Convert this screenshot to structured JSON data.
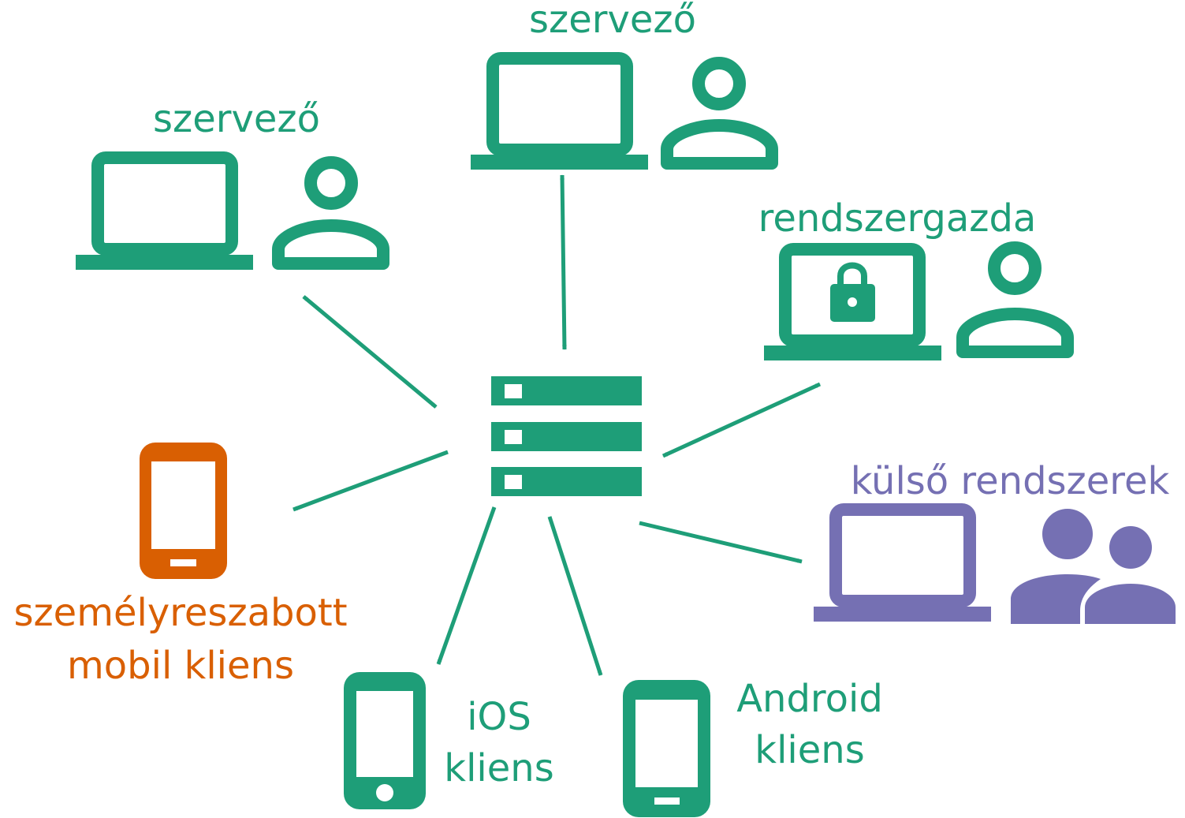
{
  "colors": {
    "green": "#1e9e78",
    "orange": "#d95f02",
    "purple": "#7570b3",
    "white": "#ffffff"
  },
  "labels": {
    "organizer_left": "szervező",
    "organizer_top": "szervező",
    "admin": "rendszergazda",
    "external_systems": "külső rendszerek",
    "custom_mobile_line1": "személyreszabott",
    "custom_mobile_line2": "mobil kliens",
    "ios_line1": "iOS",
    "ios_line2": "kliens",
    "android_line1": "Android",
    "android_line2": "kliens"
  },
  "icons": {
    "server": "server-icon",
    "laptop": "laptop-icon",
    "person": "person-icon",
    "lock": "lock-icon",
    "phone": "smartphone-icon",
    "people": "people-group-icon"
  }
}
